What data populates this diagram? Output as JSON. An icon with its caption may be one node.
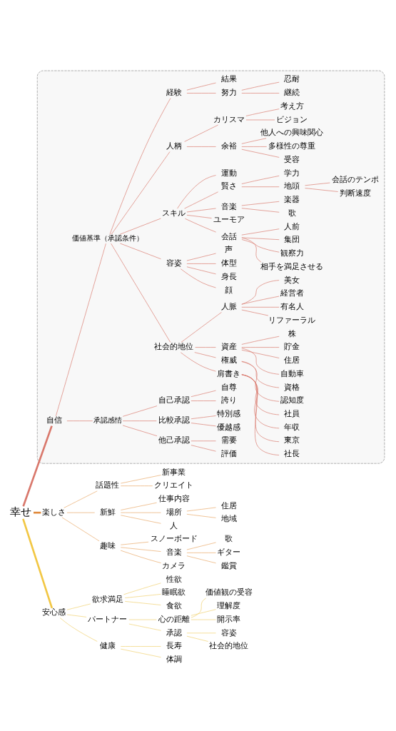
{
  "diagram": {
    "nodes": [
      {
        "text": [
          "幸せ"
        ]
      },
      {
        "text": [],
        "shape": "box"
      },
      {
        "text": [
          "自信"
        ],
        "in": 1
      },
      {
        "text": [
          "承認感情"
        ],
        "in": 1
      },
      {
        "text": [
          "他己承認"
        ],
        "in": 1
      },
      {
        "text": [
          "評価"
        ],
        "in": 1
      },
      {
        "text": [
          "需要"
        ],
        "in": 1
      },
      {
        "text": [
          "比較承認"
        ],
        "in": 1
      },
      {
        "text": [
          "優越感"
        ],
        "in": 1
      },
      {
        "text": [
          "特別感"
        ],
        "in": 1
      },
      {
        "text": [
          "自己承認"
        ],
        "in": 1
      },
      {
        "text": [
          "誇り"
        ],
        "in": 1
      },
      {
        "text": [
          "自尊"
        ],
        "in": 1
      },
      {
        "text": [
          "価値基準（承認条件）"
        ],
        "in": 1
      },
      {
        "text": [
          "社会的地位"
        ],
        "in": 1
      },
      {
        "text": [
          "肩書き"
        ],
        "in": 1
      },
      {
        "text": [
          "社長"
        ],
        "in": 1
      },
      {
        "text": [
          "東京"
        ],
        "in": 1
      },
      {
        "text": [
          "年収"
        ],
        "in": 1
      },
      {
        "text": [
          "社員"
        ],
        "in": 1
      },
      {
        "text": [
          "権威"
        ],
        "in": 1
      },
      {
        "text": [
          "認知度"
        ],
        "in": 1
      },
      {
        "text": [
          "資格"
        ],
        "in": 1
      },
      {
        "text": [
          "資産"
        ],
        "in": 1
      },
      {
        "text": [
          "自動車"
        ],
        "in": 1
      },
      {
        "text": [
          "住居"
        ],
        "in": 1
      },
      {
        "text": [
          "貯金"
        ],
        "in": 1
      },
      {
        "text": [
          "株"
        ],
        "in": 1
      },
      {
        "text": [
          "人脈"
        ],
        "in": 1
      },
      {
        "text": [
          "リファーラル"
        ],
        "in": 1
      },
      {
        "text": [
          "有名人"
        ],
        "in": 1
      },
      {
        "text": [
          "経営者"
        ],
        "in": 1
      },
      {
        "text": [
          "美女"
        ],
        "in": 1
      },
      {
        "text": [
          "容姿"
        ],
        "in": 1
      },
      {
        "text": [
          "顔"
        ],
        "in": 1
      },
      {
        "text": [
          "身長"
        ],
        "in": 1
      },
      {
        "text": [
          "体型"
        ],
        "in": 1
      },
      {
        "text": [
          "声"
        ],
        "in": 1
      },
      {
        "text": [
          "スキル"
        ],
        "in": 1
      },
      {
        "text": [
          "会話"
        ],
        "in": 1
      },
      {
        "text": [
          "相手を満足させる"
        ],
        "in": 1
      },
      {
        "text": [
          "観察力"
        ],
        "in": 1
      },
      {
        "text": [
          "集団"
        ],
        "in": 1
      },
      {
        "text": [
          "人前"
        ],
        "in": 1
      },
      {
        "text": [
          "ユーモア"
        ],
        "in": 1
      },
      {
        "text": [
          "音楽"
        ],
        "in": 1
      },
      {
        "text": [
          "歌"
        ],
        "in": 1
      },
      {
        "text": [
          "楽器"
        ],
        "in": 1
      },
      {
        "text": [
          "賢さ"
        ],
        "in": 1
      },
      {
        "text": [
          "地頭"
        ],
        "in": 1
      },
      {
        "text": [
          "判断速度"
        ],
        "in": 1
      },
      {
        "text": [
          "会話のテンポ"
        ],
        "in": 1
      },
      {
        "text": [
          "学力"
        ],
        "in": 1
      },
      {
        "text": [
          "運動"
        ],
        "in": 1
      },
      {
        "text": [
          "人柄"
        ],
        "in": 1
      },
      {
        "text": [
          "余裕"
        ],
        "in": 1
      },
      {
        "text": [
          "受容"
        ],
        "in": 1
      },
      {
        "text": [
          "多様性の尊重"
        ],
        "in": 1
      },
      {
        "text": [
          "他人への興味関心"
        ],
        "in": 1
      },
      {
        "text": [
          "カリスマ"
        ],
        "in": 1
      },
      {
        "text": [
          "ビジョン"
        ],
        "in": 1
      },
      {
        "text": [
          "考え方"
        ],
        "in": 1
      },
      {
        "text": [
          "経験"
        ],
        "in": 1
      },
      {
        "text": [
          "努力"
        ],
        "in": 1
      },
      {
        "text": [
          "継続"
        ],
        "in": 1
      },
      {
        "text": [
          "忍耐"
        ],
        "in": 1
      },
      {
        "text": [
          "結果"
        ],
        "in": 1
      },
      {
        "text": [
          "楽しさ"
        ]
      },
      {
        "text": [
          "話題性"
        ]
      },
      {
        "text": [
          "新事業"
        ]
      },
      {
        "text": [
          "クリエイト"
        ]
      },
      {
        "text": [
          "新鮮"
        ]
      },
      {
        "text": [
          "仕事内容"
        ]
      },
      {
        "text": [
          "場所"
        ]
      },
      {
        "text": [
          "住居"
        ]
      },
      {
        "text": [
          "地域"
        ]
      },
      {
        "text": [
          "人"
        ]
      },
      {
        "text": [
          "趣味"
        ]
      },
      {
        "text": [
          "スノーボード"
        ]
      },
      {
        "text": [
          "音楽"
        ]
      },
      {
        "text": [
          "歌"
        ]
      },
      {
        "text": [
          "ギター"
        ]
      },
      {
        "text": [
          "鑑賞"
        ]
      },
      {
        "text": [
          "カメラ"
        ]
      },
      {
        "text": [
          "安心感"
        ]
      },
      {
        "text": [
          "欲求満足"
        ]
      },
      {
        "text": [
          "性欲"
        ]
      },
      {
        "text": [
          "睡眠欲"
        ]
      },
      {
        "text": [
          "食欲"
        ]
      },
      {
        "text": [
          "パートナー"
        ]
      },
      {
        "text": [
          "心の距離"
        ]
      },
      {
        "text": [
          "価値観の受容"
        ]
      },
      {
        "text": [
          "理解度"
        ]
      },
      {
        "text": [
          "開示率"
        ]
      },
      {
        "text": [
          "承認"
        ]
      },
      {
        "text": [
          "容姿"
        ]
      },
      {
        "text": [
          "社会的地位"
        ]
      },
      {
        "text": [
          "健康"
        ]
      },
      {
        "text": [
          "長寿"
        ]
      },
      {
        "text": [
          "体調"
        ]
      }
    ],
    "edges": [
      {
        "from": 0,
        "to": 2,
        "arrow": "none",
        "style": "thick"
      },
      {
        "from": 2,
        "to": 3,
        "arrow": "none"
      },
      {
        "from": 3,
        "to": 4,
        "arrow": "none"
      },
      {
        "from": 4,
        "to": 5,
        "arrow": "none"
      },
      {
        "from": 4,
        "to": 6,
        "arrow": "none"
      },
      {
        "from": 3,
        "to": 7,
        "arrow": "none"
      },
      {
        "from": 7,
        "to": 8,
        "arrow": "none"
      },
      {
        "from": 7,
        "to": 9,
        "arrow": "none"
      },
      {
        "from": 3,
        "to": 10,
        "arrow": "none"
      },
      {
        "from": 10,
        "to": 11,
        "arrow": "none"
      },
      {
        "from": 10,
        "to": 12,
        "arrow": "none"
      },
      {
        "from": 2,
        "to": 13,
        "arrow": "none"
      },
      {
        "from": 13,
        "to": 14,
        "arrow": "none"
      },
      {
        "from": 14,
        "to": 15,
        "arrow": "none"
      },
      {
        "from": 15,
        "to": 16,
        "arrow": "none"
      },
      {
        "from": 15,
        "to": 17,
        "arrow": "none"
      },
      {
        "from": 15,
        "to": 18,
        "arrow": "none"
      },
      {
        "from": 15,
        "to": 19,
        "arrow": "none"
      },
      {
        "from": 14,
        "to": 20,
        "arrow": "none"
      },
      {
        "from": 20,
        "to": 21,
        "arrow": "none"
      },
      {
        "from": 20,
        "to": 22,
        "arrow": "none"
      },
      {
        "from": 14,
        "to": 23,
        "arrow": "none"
      },
      {
        "from": 23,
        "to": 24,
        "arrow": "none"
      },
      {
        "from": 23,
        "to": 25,
        "arrow": "none"
      },
      {
        "from": 23,
        "to": 26,
        "arrow": "none"
      },
      {
        "from": 23,
        "to": 27,
        "arrow": "none"
      },
      {
        "from": 14,
        "to": 28,
        "arrow": "none"
      },
      {
        "from": 28,
        "to": 29,
        "arrow": "none"
      },
      {
        "from": 28,
        "to": 30,
        "arrow": "none"
      },
      {
        "from": 28,
        "to": 31,
        "arrow": "none"
      },
      {
        "from": 28,
        "to": 32,
        "arrow": "none"
      },
      {
        "from": 13,
        "to": 33,
        "arrow": "none"
      },
      {
        "from": 33,
        "to": 34,
        "arrow": "none"
      },
      {
        "from": 33,
        "to": 35,
        "arrow": "none"
      },
      {
        "from": 33,
        "to": 36,
        "arrow": "none"
      },
      {
        "from": 33,
        "to": 37,
        "arrow": "none"
      },
      {
        "from": 13,
        "to": 38,
        "arrow": "none"
      },
      {
        "from": 38,
        "to": 39,
        "arrow": "none"
      },
      {
        "from": 39,
        "to": 40,
        "arrow": "none"
      },
      {
        "from": 39,
        "to": 41,
        "arrow": "none"
      },
      {
        "from": 39,
        "to": 42,
        "arrow": "none"
      },
      {
        "from": 39,
        "to": 43,
        "arrow": "none"
      },
      {
        "from": 38,
        "to": 44,
        "arrow": "none"
      },
      {
        "from": 38,
        "to": 45,
        "arrow": "none"
      },
      {
        "from": 45,
        "to": 46,
        "arrow": "none"
      },
      {
        "from": 45,
        "to": 47,
        "arrow": "none"
      },
      {
        "from": 38,
        "to": 48,
        "arrow": "none"
      },
      {
        "from": 48,
        "to": 49,
        "arrow": "none"
      },
      {
        "from": 49,
        "to": 50,
        "arrow": "none"
      },
      {
        "from": 49,
        "to": 51,
        "arrow": "none"
      },
      {
        "from": 48,
        "to": 52,
        "arrow": "none"
      },
      {
        "from": 38,
        "to": 53,
        "arrow": "none"
      },
      {
        "from": 13,
        "to": 54,
        "arrow": "none"
      },
      {
        "from": 54,
        "to": 55,
        "arrow": "none"
      },
      {
        "from": 55,
        "to": 56,
        "arrow": "none"
      },
      {
        "from": 55,
        "to": 57,
        "arrow": "none"
      },
      {
        "from": 55,
        "to": 58,
        "arrow": "none"
      },
      {
        "from": 54,
        "to": 59,
        "arrow": "none"
      },
      {
        "from": 59,
        "to": 60,
        "arrow": "none"
      },
      {
        "from": 59,
        "to": 61,
        "arrow": "none"
      },
      {
        "from": 13,
        "to": 62,
        "arrow": "none"
      },
      {
        "from": 62,
        "to": 63,
        "arrow": "none"
      },
      {
        "from": 63,
        "to": 64,
        "arrow": "none"
      },
      {
        "from": 63,
        "to": 65,
        "arrow": "none"
      },
      {
        "from": 62,
        "to": 66,
        "arrow": "none"
      },
      {
        "from": 0,
        "to": 67,
        "arrow": "none",
        "style": "thick",
        "color": "#e08a3c"
      },
      {
        "from": 67,
        "to": 68,
        "arrow": "none",
        "color": "#e8a765"
      },
      {
        "from": 68,
        "to": 69,
        "arrow": "none",
        "color": "#e8a765"
      },
      {
        "from": 68,
        "to": 70,
        "arrow": "none",
        "color": "#e8a765"
      },
      {
        "from": 67,
        "to": 71,
        "arrow": "none",
        "color": "#e8a765"
      },
      {
        "from": 71,
        "to": 72,
        "arrow": "none",
        "color": "#e8a765"
      },
      {
        "from": 71,
        "to": 73,
        "arrow": "none",
        "color": "#e8a765"
      },
      {
        "from": 73,
        "to": 74,
        "arrow": "none",
        "color": "#e8a765"
      },
      {
        "from": 73,
        "to": 75,
        "arrow": "none",
        "color": "#e8a765"
      },
      {
        "from": 71,
        "to": 76,
        "arrow": "none",
        "color": "#e8a765"
      },
      {
        "from": 67,
        "to": 77,
        "arrow": "none",
        "color": "#e8a765"
      },
      {
        "from": 77,
        "to": 78,
        "arrow": "none",
        "color": "#e8a765"
      },
      {
        "from": 77,
        "to": 79,
        "arrow": "none",
        "color": "#e8a765"
      },
      {
        "from": 79,
        "to": 80,
        "arrow": "none",
        "color": "#e8a765"
      },
      {
        "from": 79,
        "to": 81,
        "arrow": "none",
        "color": "#e8a765"
      },
      {
        "from": 79,
        "to": 82,
        "arrow": "none",
        "color": "#e8a765"
      },
      {
        "from": 77,
        "to": 83,
        "arrow": "none",
        "color": "#e8a765"
      },
      {
        "from": 0,
        "to": 84,
        "arrow": "none",
        "style": "thick",
        "color": "#f2c744"
      },
      {
        "from": 84,
        "to": 85,
        "arrow": "none",
        "color": "#f0cf6a"
      },
      {
        "from": 85,
        "to": 86,
        "arrow": "none",
        "color": "#f0cf6a"
      },
      {
        "from": 85,
        "to": 87,
        "arrow": "none",
        "color": "#f0cf6a"
      },
      {
        "from": 85,
        "to": 88,
        "arrow": "none",
        "color": "#f0cf6a"
      },
      {
        "from": 84,
        "to": 89,
        "arrow": "none",
        "color": "#f0cf6a"
      },
      {
        "from": 89,
        "to": 90,
        "arrow": "none",
        "color": "#f0cf6a"
      },
      {
        "from": 90,
        "to": 91,
        "arrow": "none",
        "color": "#f0cf6a"
      },
      {
        "from": 90,
        "to": 92,
        "arrow": "none",
        "color": "#f0cf6a"
      },
      {
        "from": 90,
        "to": 93,
        "arrow": "none",
        "color": "#f0cf6a"
      },
      {
        "from": 89,
        "to": 94,
        "arrow": "none",
        "color": "#f0cf6a"
      },
      {
        "from": 94,
        "to": 95,
        "arrow": "none",
        "color": "#f0cf6a"
      },
      {
        "from": 94,
        "to": 96,
        "arrow": "none",
        "color": "#f0cf6a"
      },
      {
        "from": 84,
        "to": 97,
        "arrow": "none",
        "color": "#f0cf6a"
      },
      {
        "from": 97,
        "to": 98,
        "arrow": "none",
        "color": "#f0cf6a"
      },
      {
        "from": 97,
        "to": 99,
        "arrow": "none",
        "color": "#f0cf6a"
      }
    ]
  }
}
